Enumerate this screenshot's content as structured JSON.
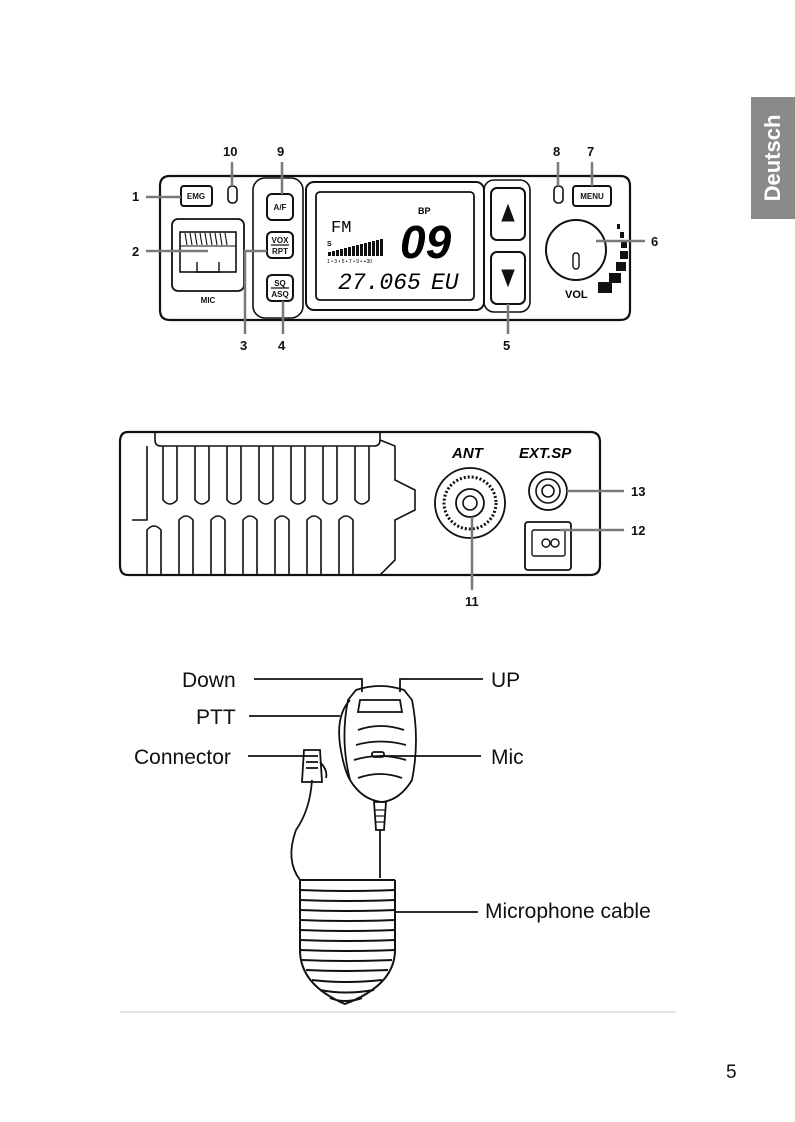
{
  "side_tab": "Deutsch",
  "page_number": "5",
  "front_panel": {
    "callouts": [
      "1",
      "2",
      "3",
      "4",
      "5",
      "6",
      "7",
      "8",
      "9",
      "10"
    ],
    "buttons": {
      "emg": "EMG",
      "af": "A/F",
      "vox": "VOX",
      "rpt": "RPT",
      "sq": "SQ",
      "asq": "ASQ",
      "menu": "MENU"
    },
    "mic_label": "MIC",
    "vol_label": "VOL",
    "display": {
      "mode": "FM",
      "bp": "BP",
      "channel": "09",
      "s_label": "S",
      "scale": "1 • 3 • 5 • 7 • 9 • +30",
      "frequency": "27.065",
      "region": "EU"
    }
  },
  "rear_panel": {
    "labels": {
      "ant": "ANT",
      "ext_sp": "EXT.SP"
    },
    "callouts": [
      "11",
      "12",
      "13"
    ]
  },
  "microphone": {
    "labels": {
      "down": "Down",
      "ptt": "PTT",
      "connector": "Connector",
      "up": "UP",
      "mic": "Mic",
      "cable": "Microphone cable"
    }
  }
}
